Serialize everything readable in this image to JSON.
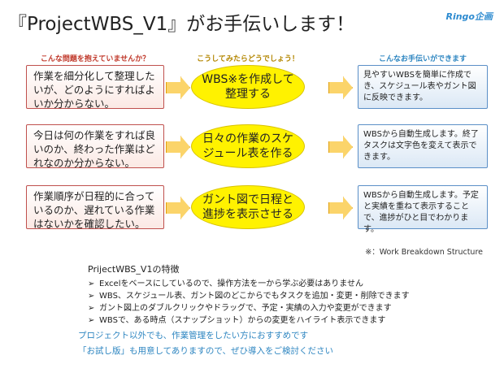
{
  "header": {
    "title": "『ProjectWBS_V1』がお手伝いします！",
    "brand": "Ringo企画"
  },
  "columns": {
    "problems": "こんな問題を抱えていませんか？",
    "actions": "こうしてみたらどうでしょう！",
    "help": "こんなお手伝いができます"
  },
  "rows": [
    {
      "problem": "作業を細分化して整理したいが、どのようにすればよいか分からない。",
      "action": "WBS※を作成して整理する",
      "help": "見やすいWBSを簡単に作成でき、スケジュール表やガント図に反映できます。"
    },
    {
      "problem": "今日は何の作業をすれば良いのか、終わった作業はどれなのか分からない。",
      "action": "日々の作業のスケジュール表を作る",
      "help": "WBSから自動生成します。終了タスクは文字色を変えて表示できます。"
    },
    {
      "problem": "作業順序が日程的に合っているのか、遅れている作業はないかを確認したい。",
      "action": "ガント図で日程と進捗を表示させる",
      "help": "WBSから自動生成します。予定と実績を重ねて表示することで、進捗がひと目でわかります。"
    }
  ],
  "footnote": "※：Work Breakdown Structure",
  "features": {
    "title": "PrijectWBS_V1の特徴",
    "bullet": "➢",
    "items": [
      "Excelをベースにしているので、操作方法を一から学ぶ必要はありません",
      "WBS、スケジュール表、ガント図のどこからでもタスクを追加・変更・削除できます",
      "ガント図上のダブルクリックやドラッグで、予定・実績の入力や変更ができます",
      "WBSで、ある時点（スナップショット）からの変更をハイライト表示できます"
    ]
  },
  "footer": {
    "line1": "プロジェクト以外でも、作業管理をしたい方におすすめです",
    "line2": "「お試し版」も用意してありますので、ぜひ導入をご検討ください"
  }
}
